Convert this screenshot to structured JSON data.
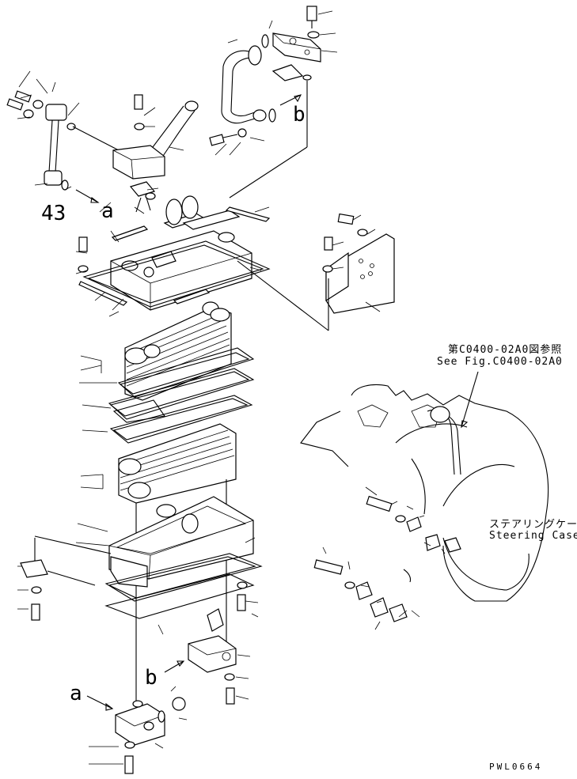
{
  "diagram": {
    "callouts": {
      "item_43": "43",
      "marker_a": "a",
      "marker_b": "b"
    },
    "reference": {
      "jp": "第C0400-02A0図参照",
      "en": "See Fig.C0400-02A0"
    },
    "steering_case": {
      "jp": "ステアリングケース",
      "en": "Steering Case"
    },
    "drawing_code": "PWL0664"
  }
}
